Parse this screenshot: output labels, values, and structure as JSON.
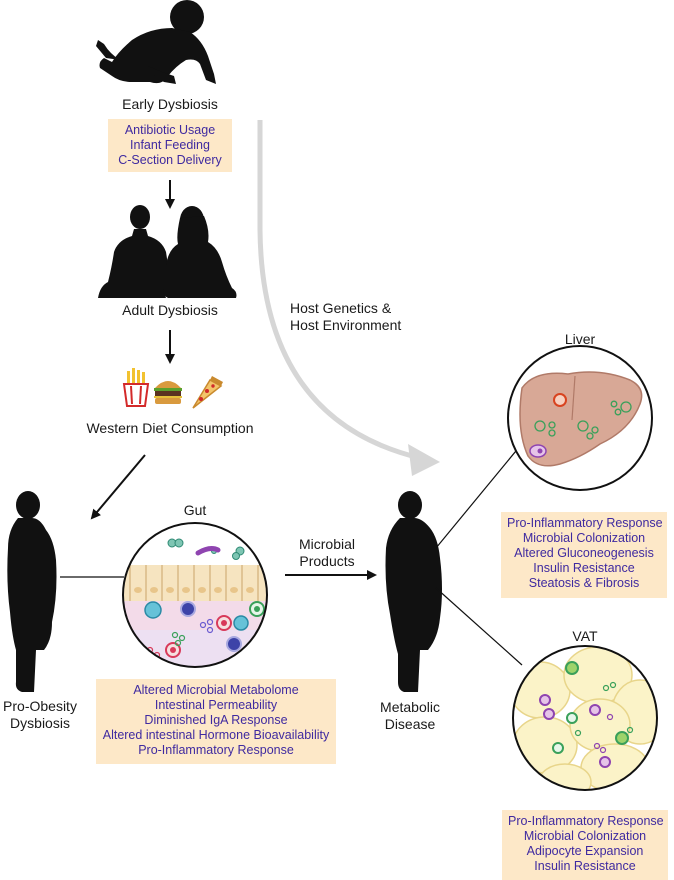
{
  "early": {
    "title": "Early Dysbiosis",
    "factors": [
      "Antibiotic Usage",
      "Infant Feeding",
      "C-Section Delivery"
    ]
  },
  "adult": {
    "title": "Adult Dysbiosis"
  },
  "diet": {
    "title": "Western Diet Consumption"
  },
  "host": {
    "line1": "Host Genetics &",
    "line2": "Host Environment"
  },
  "pro_obesity": {
    "line1": "Pro-Obesity",
    "line2": "Dysbiosis"
  },
  "gut": {
    "title": "Gut",
    "effects": [
      "Altered Microbial Metabolome",
      "Intestinal Permeability",
      "Diminished IgA Response",
      "Altered intestinal Hormone Bioavailability",
      "Pro-Inflammatory Response"
    ]
  },
  "microbial_products": {
    "line1": "Microbial",
    "line2": "Products"
  },
  "metabolic": {
    "line1": "Metabolic",
    "line2": "Disease"
  },
  "liver": {
    "title": "Liver",
    "effects": [
      "Pro-Inflammatory Response",
      "Microbial Colonization",
      "Altered Gluconeogenesis",
      "Insulin Resistance",
      "Steatosis & Fibrosis"
    ]
  },
  "vat": {
    "title": "VAT",
    "effects": [
      "Pro-Inflammatory Response",
      "Microbial Colonization",
      "Adipocyte Expansion",
      "Insulin Resistance"
    ]
  },
  "colors": {
    "box_fill": "#fde8c8",
    "box_text": "#3f2aa0",
    "silhouette": "#111111",
    "curved_arrow": "#d6d6d6",
    "liver_fill": "#d8a896",
    "adipocyte_fill": "#fbf3c8"
  }
}
